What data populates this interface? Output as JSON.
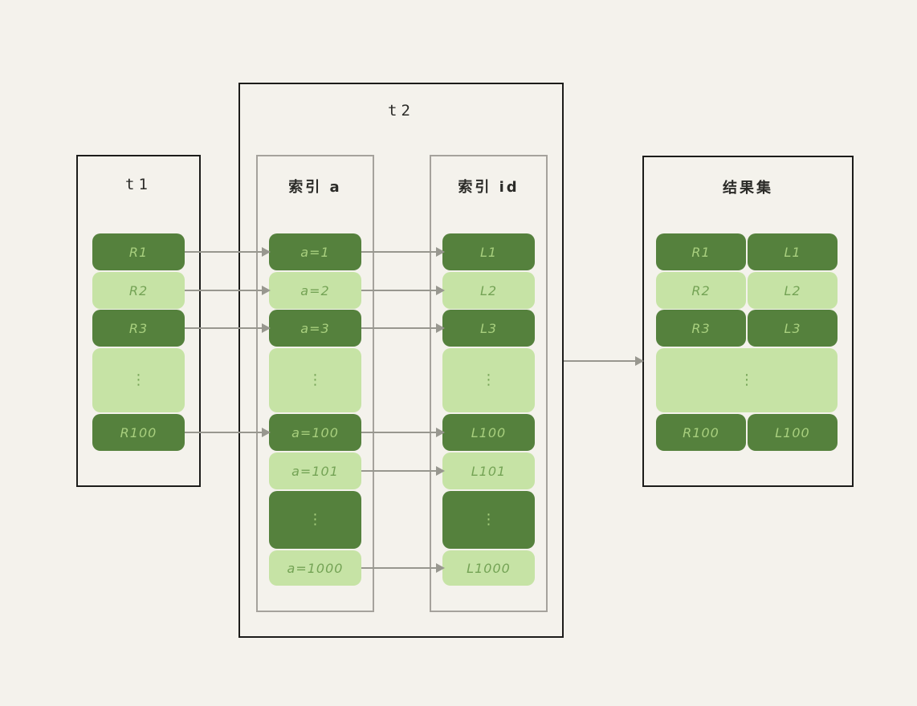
{
  "t1": {
    "title": "t1",
    "rows": [
      "R1",
      "R2",
      "R3",
      "⋮",
      "R100"
    ]
  },
  "t2": {
    "title": "t2"
  },
  "index_a": {
    "title": "索引 a",
    "rows": [
      "a=1",
      "a=2",
      "a=3",
      "⋮",
      "a=100",
      "a=101",
      "⋮",
      "a=1000"
    ]
  },
  "index_id": {
    "title": "索引 id",
    "rows": [
      "L1",
      "L2",
      "L3",
      "⋮",
      "L100",
      "L101",
      "⋮",
      "L1000"
    ]
  },
  "result": {
    "title": "结果集",
    "pairs": [
      [
        "R1",
        "L1"
      ],
      [
        "R2",
        "L2"
      ],
      [
        "R3",
        "L3"
      ],
      [
        "R100",
        "L100"
      ]
    ],
    "dots": "⋮"
  },
  "colors": {
    "background": "#f4f2ec",
    "dark_green": "#55813d",
    "light_green": "#c6e3a5",
    "text_on_dark": "#a8cf7e",
    "text_on_light": "#74a355",
    "outer_border": "#1c1c1a",
    "inner_border": "#a5a29c",
    "arrow": "#98978f"
  }
}
